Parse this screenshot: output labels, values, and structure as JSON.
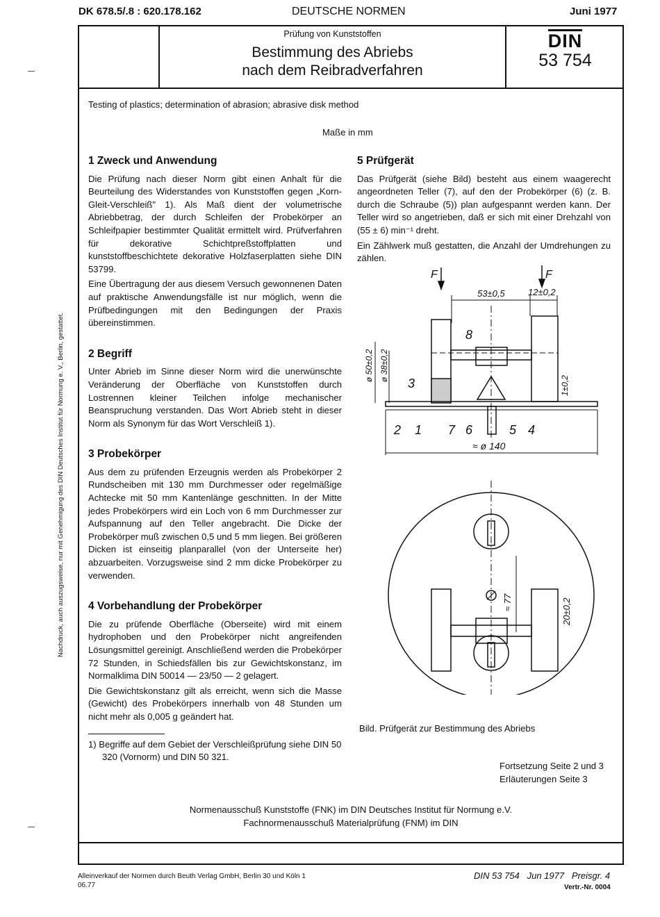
{
  "header": {
    "dk": "DK 678.5/.8 : 620.178.162",
    "series": "DEUTSCHE NORMEN",
    "date": "Juni 1977",
    "subtitle": "Prüfung von Kunststoffen",
    "title_line1": "Bestimmung des Abriebs",
    "title_line2": "nach dem Reibradverfahren",
    "din_logo": "DIN",
    "din_number": "53 754"
  },
  "english_title": "Testing of plastics; determination of abrasion; abrasive disk method",
  "units_note": "Maße in mm",
  "sections": [
    {
      "heading": "1  Zweck und Anwendung",
      "paragraphs": [
        "Die Prüfung nach dieser Norm gibt einen Anhalt für die Beurteilung des Widerstandes von Kunststoffen gegen „Korn-Gleit-Verschleiß\" 1). Als Maß dient der volumetrische Abriebbetrag, der durch Schleifen der Probekörper an Schleifpapier bestimmter Qualität ermittelt wird. Prüfverfahren für dekorative Schichtpreßstoffplatten und kunststoffbeschichtete dekorative Holzfaserplatten siehe DIN 53799.",
        "Eine Übertragung der aus diesem Versuch gewonnenen Daten auf praktische Anwendungsfälle ist nur möglich, wenn die Prüfbedingungen mit den Bedingungen der Praxis übereinstimmen."
      ]
    },
    {
      "heading": "2  Begriff",
      "paragraphs": [
        "Unter Abrieb im Sinne dieser Norm wird die unerwünschte Veränderung der Oberfläche von Kunststoffen durch Lostrennen kleiner Teilchen infolge mechanischer Beanspruchung verstanden. Das Wort Abrieb steht in dieser Norm als Synonym für das Wort Verschleiß 1)."
      ]
    },
    {
      "heading": "3  Probekörper",
      "paragraphs": [
        "Aus dem zu prüfenden Erzeugnis werden als Probekörper 2 Rundscheiben mit 130 mm Durchmesser oder regelmäßige Achtecke mit 50 mm Kantenlänge geschnitten. In der Mitte jedes Probekörpers wird ein Loch von 6 mm Durchmesser zur Aufspannung auf den Teller angebracht. Die Dicke der Probekörper muß zwischen 0,5 und 5 mm liegen. Bei größeren Dicken ist einseitig planparallel (von der Unterseite her) abzuarbeiten. Vorzugsweise sind 2 mm dicke Probekörper zu verwenden."
      ]
    },
    {
      "heading": "4  Vorbehandlung der Probekörper",
      "paragraphs": [
        "Die zu prüfende Oberfläche (Oberseite) wird mit einem hydrophoben und den Probekörper nicht angreifenden Lösungsmittel gereinigt. Anschließend werden die Probekörper 72 Stunden, in Schiedsfällen bis zur Gewichtskonstanz, im Normalklima DIN 50014 — 23/50 — 2 gelagert.",
        "Die Gewichtskonstanz gilt als erreicht, wenn sich die Masse (Gewicht) des Probekörpers innerhalb von 48 Stunden um nicht mehr als 0,005 g geändert hat."
      ]
    },
    {
      "heading": "5  Prüfgerät",
      "paragraphs": [
        "Das Prüfgerät (siehe Bild) besteht aus einem waagerecht angeordneten Teller (7), auf den der Probekörper (6) (z. B. durch die Schraube (5)) plan aufgespannt werden kann. Der Teller wird so angetrieben, daß er sich mit einer Drehzahl von (55 ± 6) min⁻¹ dreht.",
        "Ein Zählwerk muß gestatten, die Anzahl der Umdrehungen zu zählen."
      ]
    }
  ],
  "footnote": "1)  Begriffe auf dem Gebiet der Verschleißprüfung siehe DIN 50 320 (Vornorm) und DIN 50 321.",
  "figure": {
    "caption": "Bild.  Prüfgerät zur Bestimmung des Abriebs",
    "labels": {
      "force": "F",
      "dim_53": "53±0,5",
      "dim_12": "12±0,2",
      "dim_50": "ø 50±0,2",
      "dim_38": "ø 38±0,2",
      "dim_1": "1±0,2",
      "dim_140": "≈ ø 140",
      "dim_77": "≈ 77",
      "dim_20": "20±0,2",
      "n8": "8",
      "n3": "3",
      "n2": "2",
      "n1": "1",
      "n7": "7",
      "n6": "6",
      "n5": "5",
      "n4": "4"
    }
  },
  "continuation": {
    "line1": "Fortsetzung Seite 2 und 3",
    "line2": "Erläuterungen Seite 3"
  },
  "committee": {
    "line1": "Normenausschuß Kunststoffe (FNK) im DIN Deutsches Institut für Normung e.V.",
    "line2": "Fachnormenausschuß Materialprüfung (FNM) im DIN"
  },
  "side_note": "Nachdruck, auch auszugsweise, nur mit Genehmigung des DIN Deutsches Institut für Normung e. V., Berlin, gestattet.",
  "bottom": {
    "sales": "Alleinverkauf der Normen durch Beuth Verlag GmbH, Berlin 30 und Köln 1",
    "edition": "06.77",
    "ref": "DIN 53 754   Jun 1977   Preisgr. 4",
    "vertr": "Vertr.-Nr. 0004"
  }
}
